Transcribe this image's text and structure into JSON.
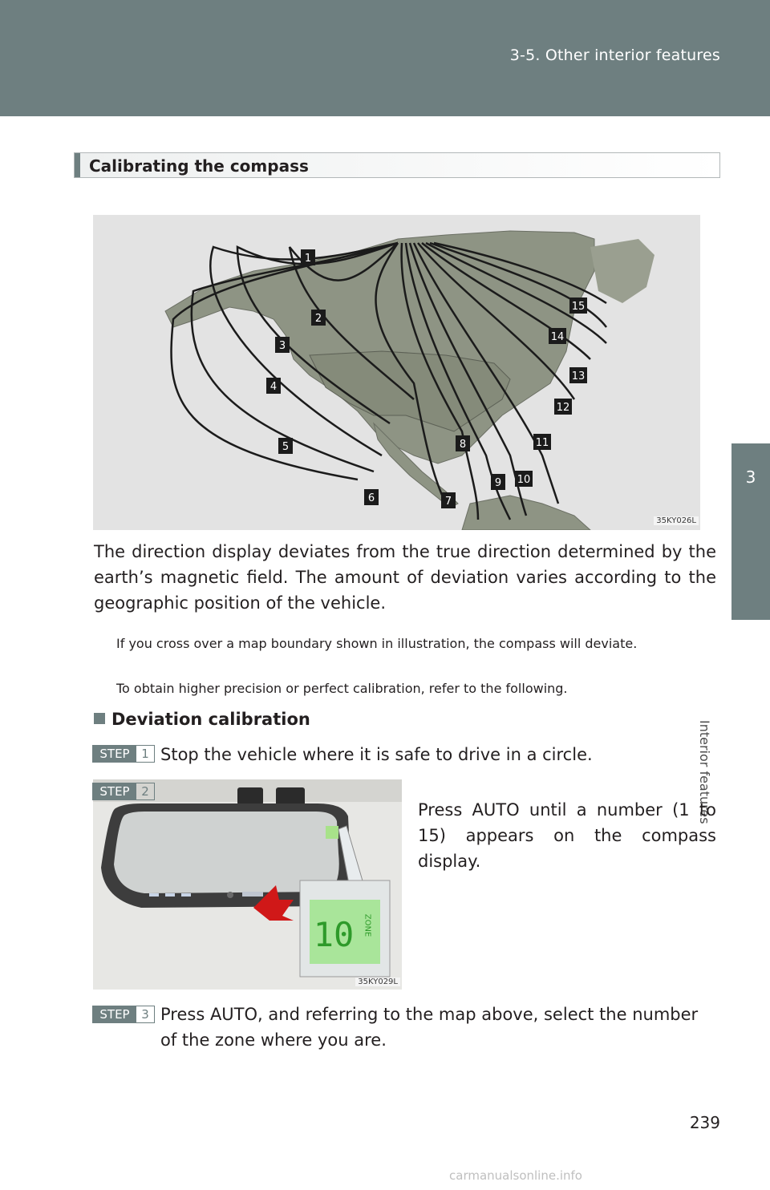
{
  "header": {
    "section": "3-5. Other interior features"
  },
  "side_tab": {
    "chapter_number": "3",
    "chapter_title": "Interior features"
  },
  "section_title": "Calibrating the compass",
  "map": {
    "code": "35KY026L",
    "zones": [
      "1",
      "2",
      "3",
      "4",
      "5",
      "6",
      "7",
      "8",
      "9",
      "10",
      "11",
      "12",
      "13",
      "14",
      "15"
    ]
  },
  "body": {
    "paragraph": "The direction display deviates from the true direction determined by the earth’s magnetic field. The amount of deviation varies according to the geographic position of the vehicle.",
    "note1": "If you cross over a map boundary shown in illustration, the compass will deviate.",
    "note2": "To obtain higher precision or perfect calibration, refer to the following."
  },
  "subheading": "Deviation calibration",
  "steps": [
    {
      "label": "STEP",
      "number": "1",
      "text": "Stop the vehicle where it is safe to drive in a circle."
    },
    {
      "label": "STEP",
      "number": "2",
      "text": "Press AUTO until a number (1 to 15) appears on the compass display."
    },
    {
      "label": "STEP",
      "number": "3",
      "text": "Press AUTO, and referring to the map above, select the number of the zone where you are."
    }
  ],
  "mirror": {
    "code": "35KY029L",
    "display_number": "10",
    "display_label": "ZONE"
  },
  "page_number": "239",
  "watermark": "carmanualsonline.info"
}
